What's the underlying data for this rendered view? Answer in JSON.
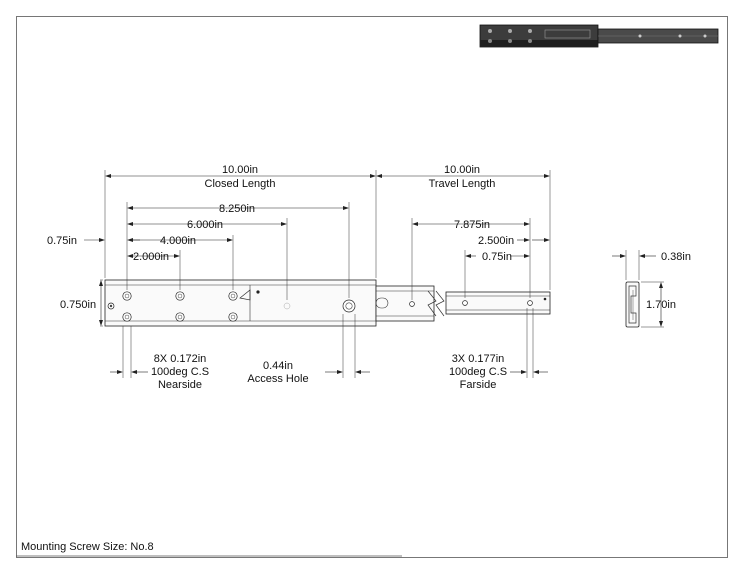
{
  "dimensions": {
    "closed_length_value": "10.00in",
    "closed_length_label": "Closed Length",
    "travel_length_value": "10.00in",
    "travel_length_label": "Travel Length",
    "d_8250": "8.250in",
    "d_6000": "6.000in",
    "d_4000": "4.000in",
    "d_2000": "2.000in",
    "d_075_left": "0.75in",
    "d_0750_height": "0.750in",
    "d_7875": "7.875in",
    "d_2500": "2.500in",
    "d_075_right": "0.75in",
    "d_038": "0.38in",
    "d_170": "1.70in"
  },
  "callouts": {
    "nearside_line1": "8X 0.172in",
    "nearside_line2": "100deg C.S",
    "nearside_line3": "Nearside",
    "access_line1": "0.44in",
    "access_line2": "Access Hole",
    "farside_line1": "3X 0.177in",
    "farside_line2": "100deg C.S",
    "farside_line3": "Farside"
  },
  "footer": {
    "mounting_screw": "Mounting Screw Size: No.8"
  }
}
